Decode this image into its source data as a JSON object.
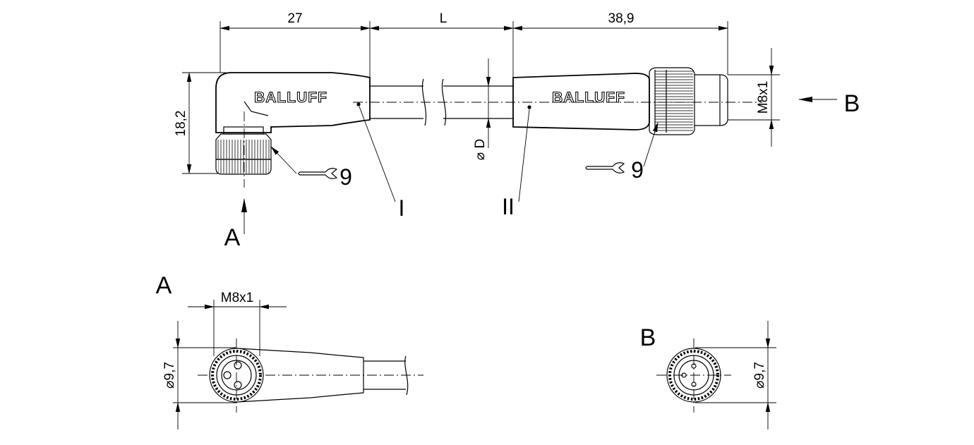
{
  "dimensions": {
    "left_length": "27",
    "cable_length": "L",
    "right_length": "38,9",
    "height": "18,2",
    "thread_right": "M8x1",
    "cable_diameter": "D",
    "thread_view_a": "M8x1",
    "diameter_view_a": "9,7",
    "diameter_view_b": "9,7"
  },
  "symbols": {
    "diameter": "⌀"
  },
  "brand": {
    "left": "BALLUFF",
    "right": "BALLUFF"
  },
  "wrench": {
    "left_size": "9",
    "right_size": "9"
  },
  "labels": {
    "part_one": "I",
    "part_two": "II",
    "view_a_arrow": "A",
    "view_b_arrow": "B",
    "view_a_title": "A",
    "view_b_title": "B"
  }
}
